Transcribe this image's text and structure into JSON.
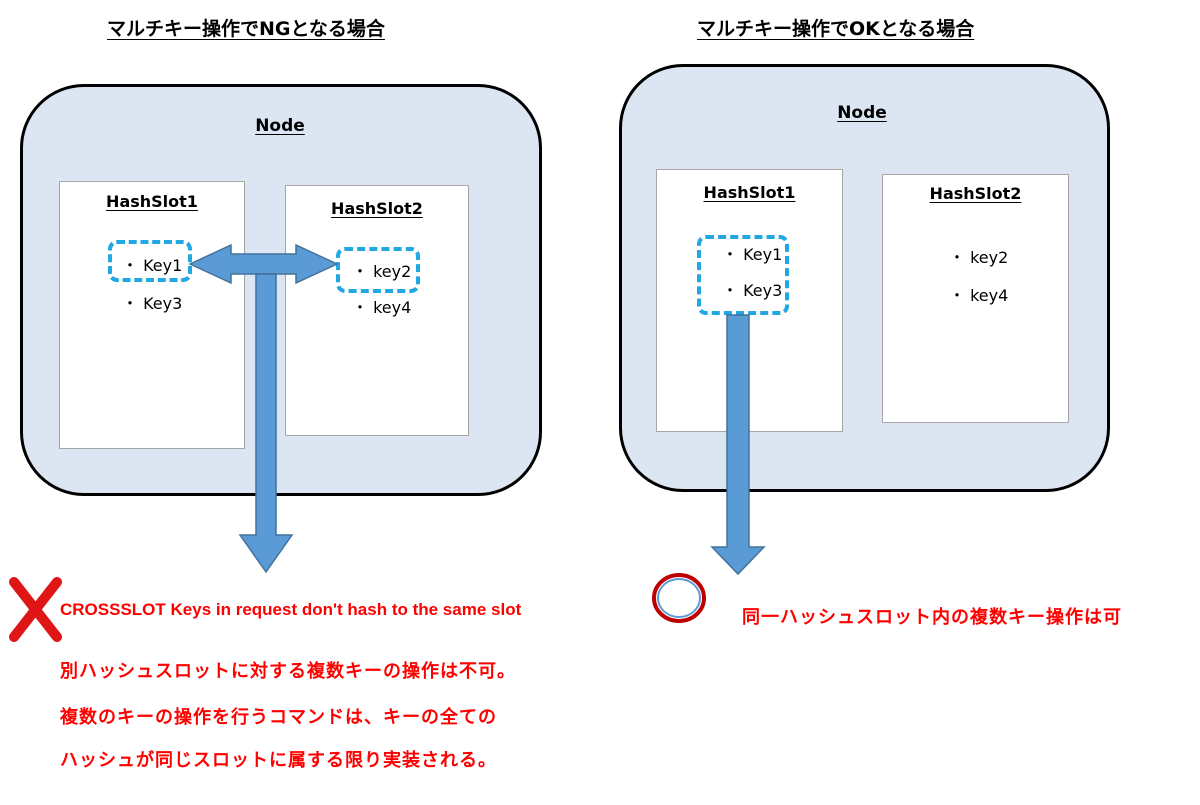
{
  "left": {
    "title": "マルチキー操作でNGとなる場合",
    "node_label": "Node",
    "slot1": {
      "label": "HashSlot1",
      "keys": [
        "・ Key1",
        "・ Key3"
      ]
    },
    "slot2": {
      "label": "HashSlot2",
      "keys": [
        "・ key2",
        "・ key4"
      ]
    },
    "error_icon": "cross-mark-icon",
    "error_message": "CROSSSLOT Keys in request don't hash to the same slot",
    "explanation": [
      "別ハッシュスロットに対する複数キーの操作は不可。",
      "複数のキーの操作を行うコマンドは、キーの全ての",
      "ハッシュが同じスロットに属する限り実装される。"
    ]
  },
  "right": {
    "title": "マルチキー操作でOKとなる場合",
    "node_label": "Node",
    "slot1": {
      "label": "HashSlot1",
      "keys": [
        "・ Key1",
        "・ Key3"
      ]
    },
    "slot2": {
      "label": "HashSlot2",
      "keys": [
        "・ key2",
        "・ key4"
      ]
    },
    "ok_icon": "circle-mark-icon",
    "ok_message": "同一ハッシュスロット内の複数キー操作は可"
  },
  "colors": {
    "node_fill": "#dce6f2",
    "node_border": "#000000",
    "arrow_fill": "#5b9bd5",
    "arrow_stroke": "#41719c",
    "dashed_highlight": "#21a8e3",
    "error_red": "#ff0000",
    "circle_red": "#c00000"
  }
}
